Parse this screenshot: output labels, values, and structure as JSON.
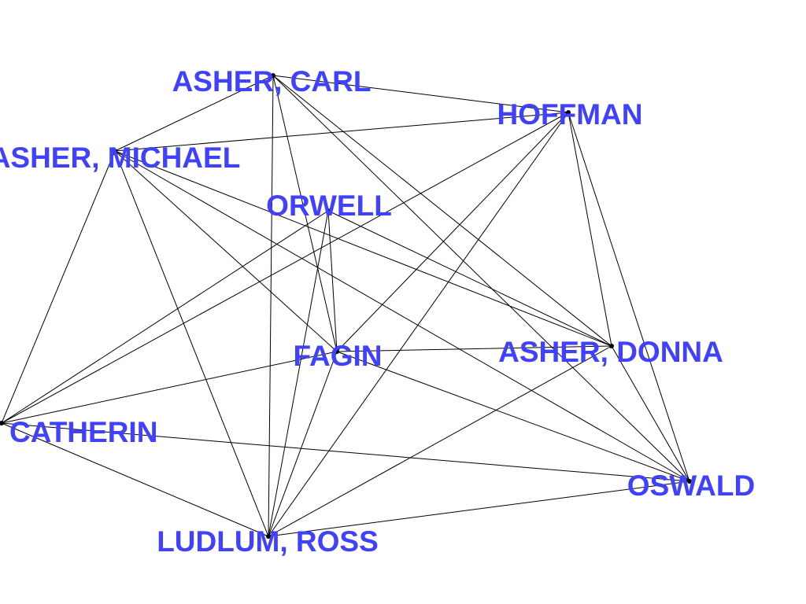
{
  "graph": {
    "label_color": "#4040ff",
    "edge_color": "#000000",
    "nodes": [
      {
        "id": "asher_carl",
        "label": "ASHER, CARL"
      },
      {
        "id": "hoffman",
        "label": "HOFFMAN"
      },
      {
        "id": "asher_michael",
        "label": "ASHER, MICHAEL"
      },
      {
        "id": "orwell",
        "label": "ORWELL"
      },
      {
        "id": "fagin",
        "label": "FAGIN"
      },
      {
        "id": "asher_donna",
        "label": "ASHER, DONNA"
      },
      {
        "id": "catherin",
        "label": "CATHERIN"
      },
      {
        "id": "oswald",
        "label": "OSWALD"
      },
      {
        "id": "ludlum_ross",
        "label": "LUDLUM, ROSS"
      }
    ],
    "edges": [
      [
        "asher_carl",
        "hoffman"
      ],
      [
        "asher_carl",
        "asher_michael"
      ],
      [
        "asher_carl",
        "fagin"
      ],
      [
        "asher_carl",
        "ludlum_ross"
      ],
      [
        "asher_carl",
        "asher_donna"
      ],
      [
        "asher_carl",
        "oswald"
      ],
      [
        "asher_michael",
        "hoffman"
      ],
      [
        "asher_michael",
        "catherin"
      ],
      [
        "asher_michael",
        "ludlum_ross"
      ],
      [
        "asher_michael",
        "fagin"
      ],
      [
        "asher_michael",
        "asher_donna"
      ],
      [
        "asher_michael",
        "oswald"
      ],
      [
        "hoffman",
        "catherin"
      ],
      [
        "hoffman",
        "fagin"
      ],
      [
        "hoffman",
        "ludlum_ross"
      ],
      [
        "hoffman",
        "asher_donna"
      ],
      [
        "hoffman",
        "oswald"
      ],
      [
        "orwell",
        "catherin"
      ],
      [
        "orwell",
        "fagin"
      ],
      [
        "orwell",
        "ludlum_ross"
      ],
      [
        "orwell",
        "asher_donna"
      ],
      [
        "fagin",
        "catherin"
      ],
      [
        "fagin",
        "asher_donna"
      ],
      [
        "fagin",
        "oswald"
      ],
      [
        "catherin",
        "oswald"
      ],
      [
        "catherin",
        "ludlum_ross"
      ],
      [
        "asher_donna",
        "oswald"
      ],
      [
        "asher_donna",
        "ludlum_ross"
      ],
      [
        "ludlum_ross",
        "oswald"
      ],
      [
        "ludlum_ross",
        "fagin"
      ]
    ]
  }
}
